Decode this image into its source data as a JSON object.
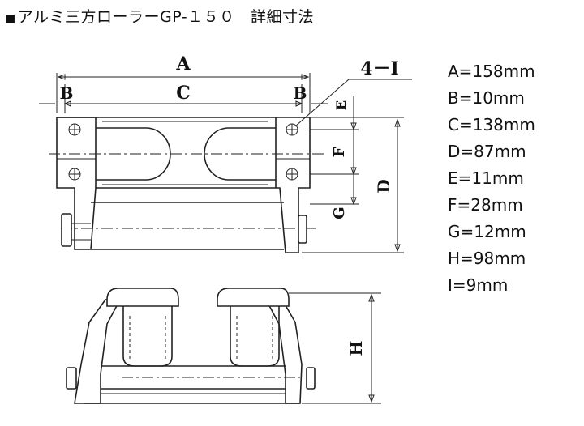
{
  "title": {
    "marker": "■",
    "text": "アルミ三方ローラーGP-１５０　詳細寸法"
  },
  "drawing": {
    "labels": {
      "A": "A",
      "B": "B",
      "C": "C",
      "D": "D",
      "E": "E",
      "F": "F",
      "G": "G",
      "H": "H",
      "I": "4－I"
    }
  },
  "specs": [
    "A=158mm",
    "B=10mm",
    "C=138mm",
    "D=87mm",
    "E=11mm",
    "F=28mm",
    "G=12mm",
    "H=98mm",
    "I=9mm"
  ]
}
